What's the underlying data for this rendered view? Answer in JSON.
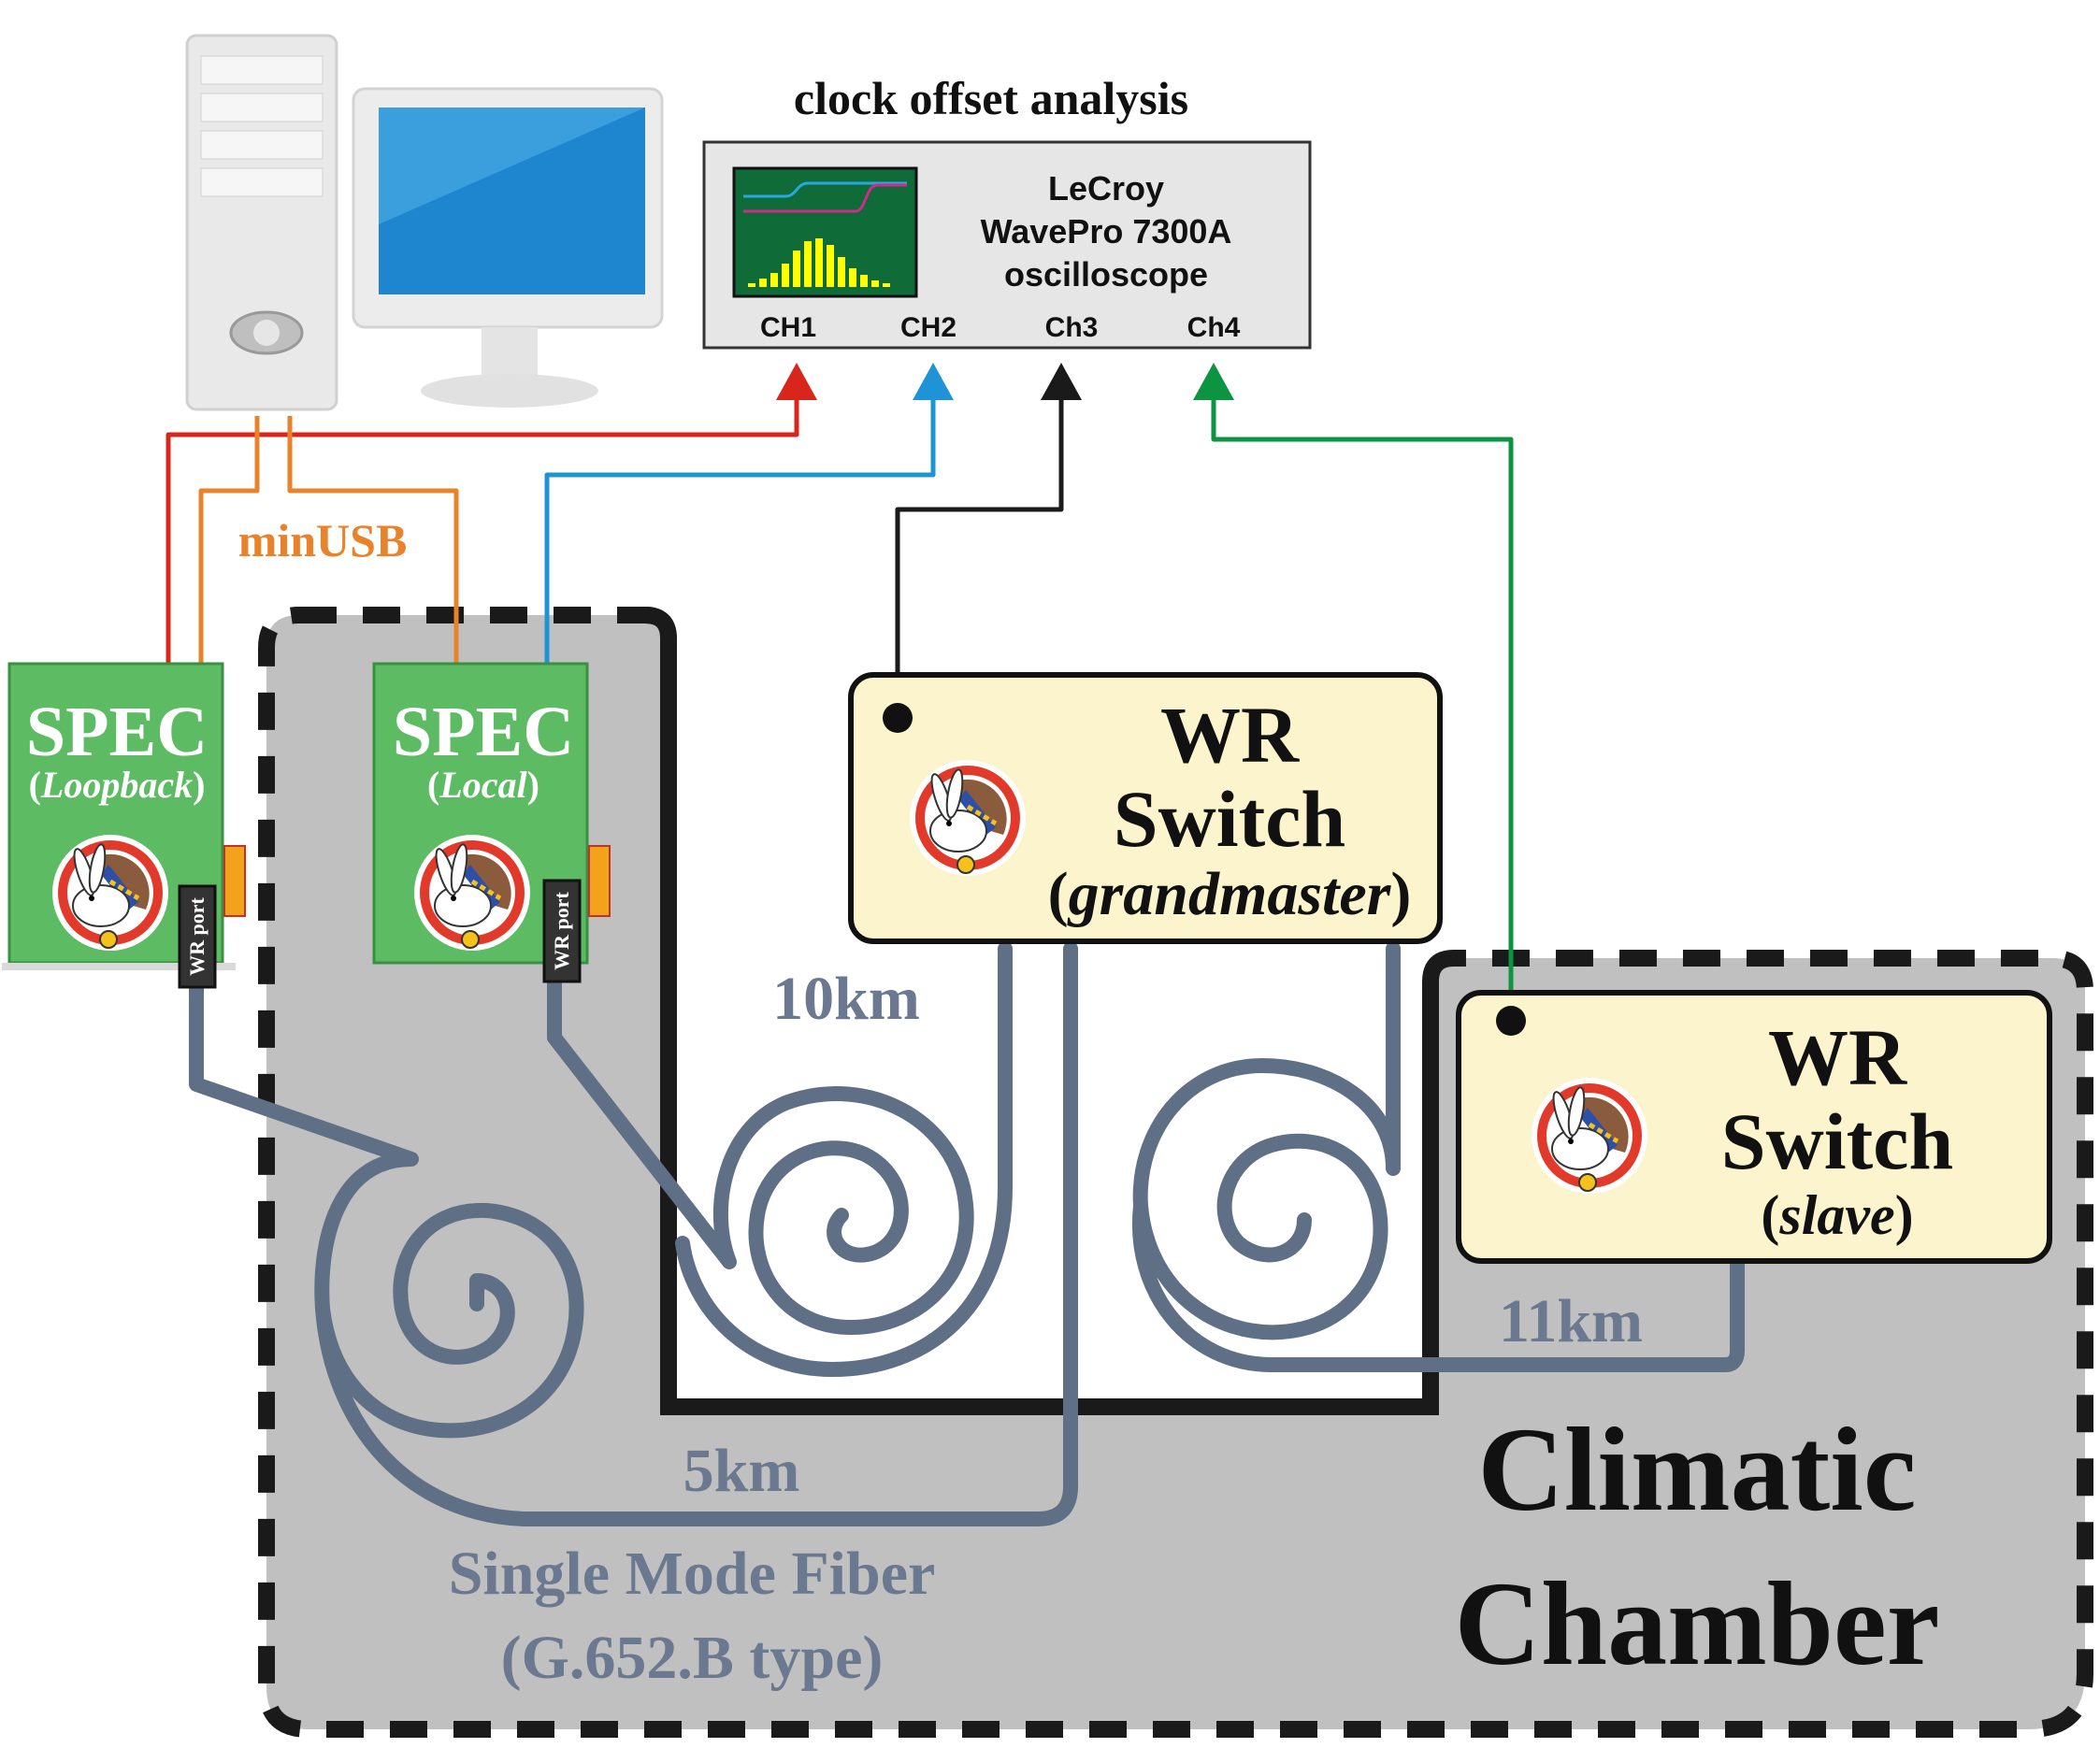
{
  "title": "clock offset analysis",
  "colors": {
    "ch1": "#d9261c",
    "ch2": "#1e94d6",
    "ch3": "#1a1a1a",
    "ch4": "#0c9440",
    "usb": "#e9832b",
    "fiber": "#5f6f86",
    "fiber_label": "#6a7890",
    "spec_board": "#5dbb63",
    "wr_box": "#fbf4cc",
    "chamber": "#c0c0c0",
    "scope_screen": "#0f6b38"
  },
  "oscilloscope": {
    "line1": "LeCroy",
    "line2": "WavePro 7300A",
    "line3": "oscilloscope",
    "channels": [
      "CH1",
      "CH2",
      "Ch3",
      "Ch4"
    ]
  },
  "computer": {
    "icon": "desktop-computer-icon"
  },
  "usb_label": "minUSB",
  "spec_loopback": {
    "title": "SPEC",
    "subtitle": "Loopback",
    "port": "WR port"
  },
  "spec_local": {
    "title": "SPEC",
    "subtitle": "Local",
    "port": "WR port"
  },
  "wr_grandmaster": {
    "line1": "WR",
    "line2": "Switch",
    "role": "grandmaster"
  },
  "wr_slave": {
    "line1": "WR",
    "line2": "Switch",
    "role": "slave"
  },
  "fiber_labels": {
    "f10": "10km",
    "f11": "11km",
    "f5": "5km"
  },
  "fiber_type": {
    "line1": "Single Mode Fiber",
    "line2": "(G.652.B type)"
  },
  "chamber": {
    "line1": "Climatic",
    "line2": "Chamber"
  },
  "logo_icon": "white-rabbit-logo-icon"
}
